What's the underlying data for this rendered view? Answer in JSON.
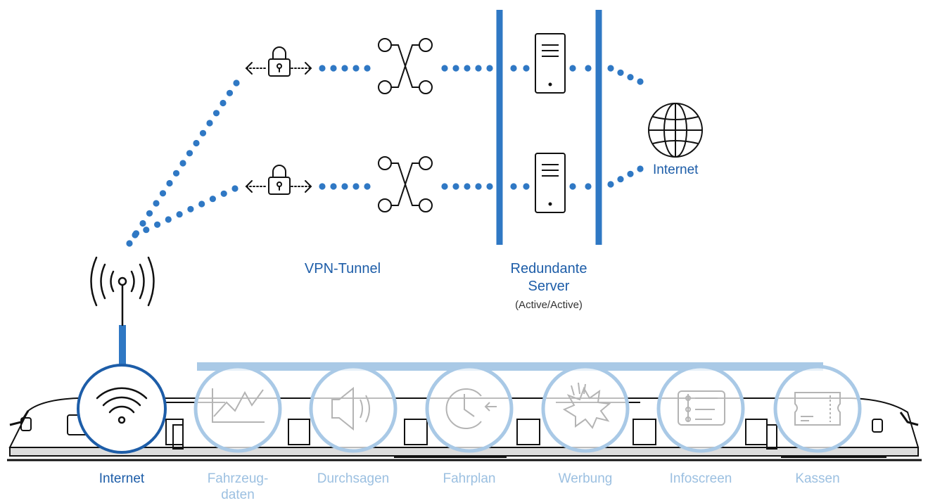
{
  "colors": {
    "accent": "#2f78c4",
    "accent_dark": "#1d5da8",
    "light": "#a9c9e6",
    "muted_text": "#9cc0e1",
    "line": "#1a1a1a",
    "dot": "#2f78c4",
    "muted_icon": "#b4b4b4"
  },
  "labels": {
    "vpn_tunnel": "VPN-Tunnel",
    "redundant_line1": "Redundante",
    "redundant_line2": "Server",
    "redundant_sub": "(Active/Active)",
    "internet": "Internet"
  },
  "services": [
    {
      "label": "Internet",
      "icon": "wifi-icon",
      "active": true
    },
    {
      "label": "Fahrzeug-",
      "label2": "daten",
      "icon": "line-chart-icon",
      "active": false
    },
    {
      "label": "Durchsagen",
      "icon": "speaker-icon",
      "active": false
    },
    {
      "label": "Fahrplan",
      "icon": "clock-icon",
      "active": false
    },
    {
      "label": "Werbung",
      "icon": "burst-icon",
      "active": false
    },
    {
      "label": "Infoscreen",
      "icon": "screen-icon",
      "active": false
    },
    {
      "label": "Kassen",
      "icon": "ticket-icon",
      "active": false
    }
  ]
}
